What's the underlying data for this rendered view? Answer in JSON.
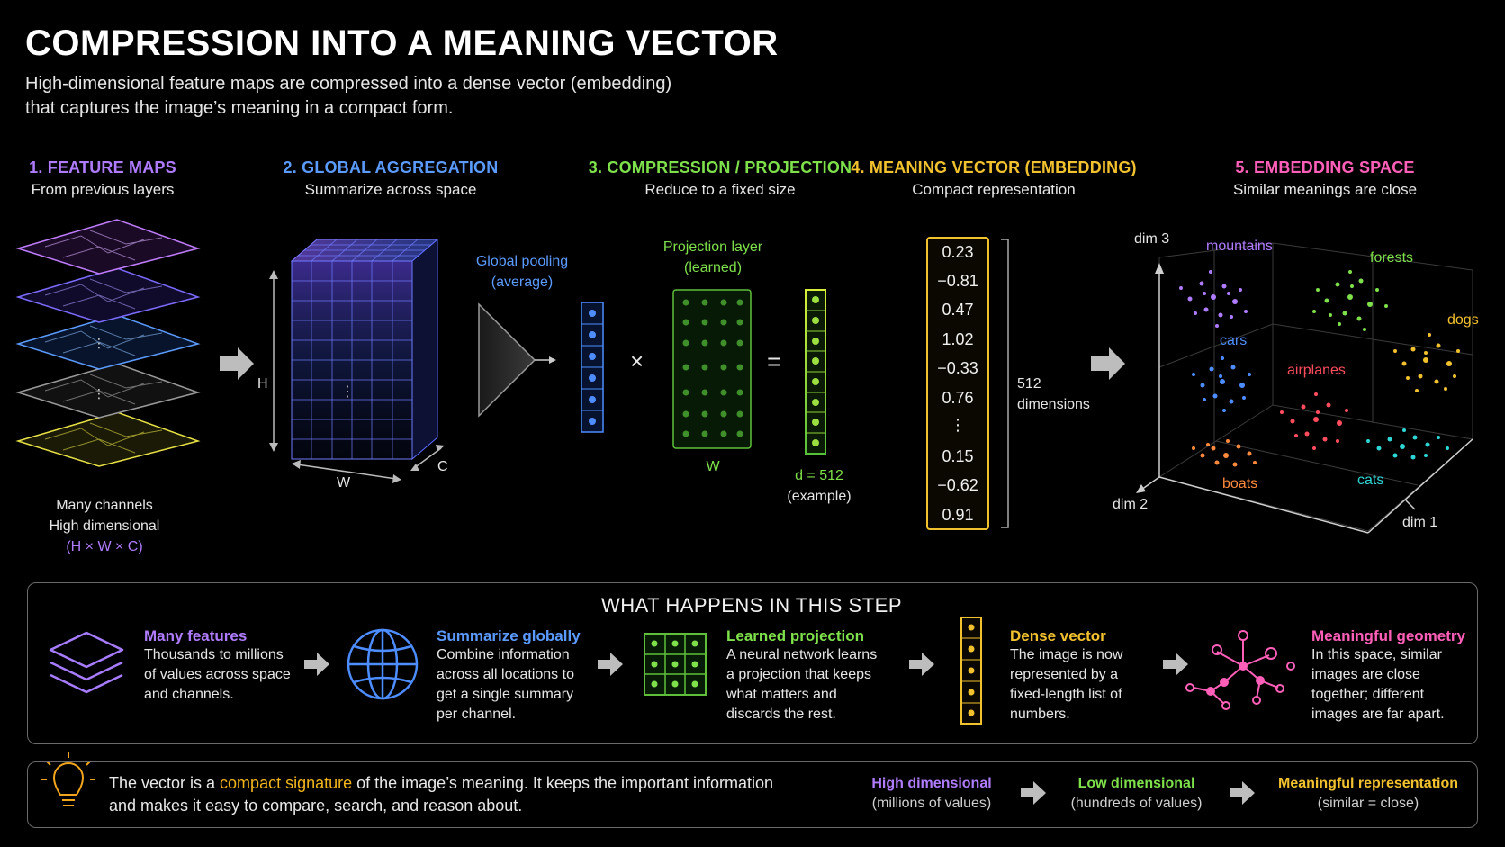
{
  "header": {
    "title": "COMPRESSION INTO A MEANING VECTOR",
    "subtitle_line1": "High-dimensional feature maps are compressed into a dense vector (embedding)",
    "subtitle_line2": "that captures the image’s meaning in a compact form."
  },
  "colors": {
    "purple": "#b07cff",
    "blue": "#5b9bff",
    "green": "#7ee04a",
    "yellow": "#f2c12e",
    "pink": "#ff5fb8"
  },
  "steps": [
    {
      "title": "1. FEATURE MAPS",
      "subtitle": "From previous layers"
    },
    {
      "title": "2. GLOBAL AGGREGATION",
      "subtitle": "Summarize across space"
    },
    {
      "title": "3. COMPRESSION / PROJECTION",
      "subtitle": "Reduce to a fixed size"
    },
    {
      "title": "4. MEANING VECTOR (EMBEDDING)",
      "subtitle": "Compact representation"
    },
    {
      "title": "5. EMBEDDING SPACE",
      "subtitle": "Similar meanings are close"
    }
  ],
  "feature_maps": {
    "caption_line1": "Many channels",
    "caption_line2": "High dimensional",
    "caption_line3": "(H × W × C)"
  },
  "aggregation": {
    "label_h": "H",
    "label_w": "W",
    "label_c": "C",
    "pool_line1": "Global pooling",
    "pool_line2": "(average)",
    "times": "×",
    "equals": "="
  },
  "projection": {
    "label_line1": "Projection layer",
    "label_line2": "(learned)",
    "label_w": "W",
    "d_label": "d = 512",
    "d_sub": "(example)"
  },
  "meaning_vector": {
    "values": [
      "0.23",
      "−0.81",
      "0.47",
      "1.02",
      "−0.33",
      "0.76",
      "⋮",
      "0.15",
      "−0.62",
      "0.91"
    ],
    "dims_line1": "512",
    "dims_line2": "dimensions"
  },
  "embedding_space": {
    "axis_x": "dim 1",
    "axis_y": "dim 2",
    "axis_z": "dim 3",
    "clusters": [
      {
        "name": "mountains",
        "color": "#b07cff"
      },
      {
        "name": "forests",
        "color": "#7ee04a"
      },
      {
        "name": "dogs",
        "color": "#f2c12e"
      },
      {
        "name": "cars",
        "color": "#4d8dff"
      },
      {
        "name": "airplanes",
        "color": "#ff4d5e"
      },
      {
        "name": "boats",
        "color": "#ff8a3d"
      },
      {
        "name": "cats",
        "color": "#2fd6d6"
      }
    ]
  },
  "what_happens": {
    "title": "WHAT HAPPENS IN THIS STEP",
    "items": [
      {
        "title": "Many features",
        "lines": [
          "Thousands to millions",
          "of values across space",
          "and channels."
        ],
        "icon": "layers-icon"
      },
      {
        "title": "Summarize globally",
        "lines": [
          "Combine information",
          "across all locations to",
          "get a single summary",
          "per channel."
        ],
        "icon": "globe-icon"
      },
      {
        "title": "Learned projection",
        "lines": [
          "A neural network learns",
          "a projection that keeps",
          "what matters and",
          "discards the rest."
        ],
        "icon": "grid-icon"
      },
      {
        "title": "Dense vector",
        "lines": [
          "The image is now",
          "represented by a",
          "fixed-length list of",
          "numbers."
        ],
        "icon": "vector-icon"
      },
      {
        "title": "Meaningful geometry",
        "lines": [
          "In this space, similar",
          "images are close",
          "together; different",
          "images are far apart."
        ],
        "icon": "network-icon"
      }
    ]
  },
  "footer": {
    "text_a": "The vector is a ",
    "text_highlight": "compact signature",
    "text_b": " of the image’s meaning. It keeps the important information",
    "text_line2": "and makes it easy to compare, search, and reason about.",
    "flow": [
      {
        "title": "High dimensional",
        "sub": "(millions of values)"
      },
      {
        "title": "Low dimensional",
        "sub": "(hundreds of values)"
      },
      {
        "title": "Meaningful representation",
        "sub": "(similar = close)"
      }
    ]
  }
}
